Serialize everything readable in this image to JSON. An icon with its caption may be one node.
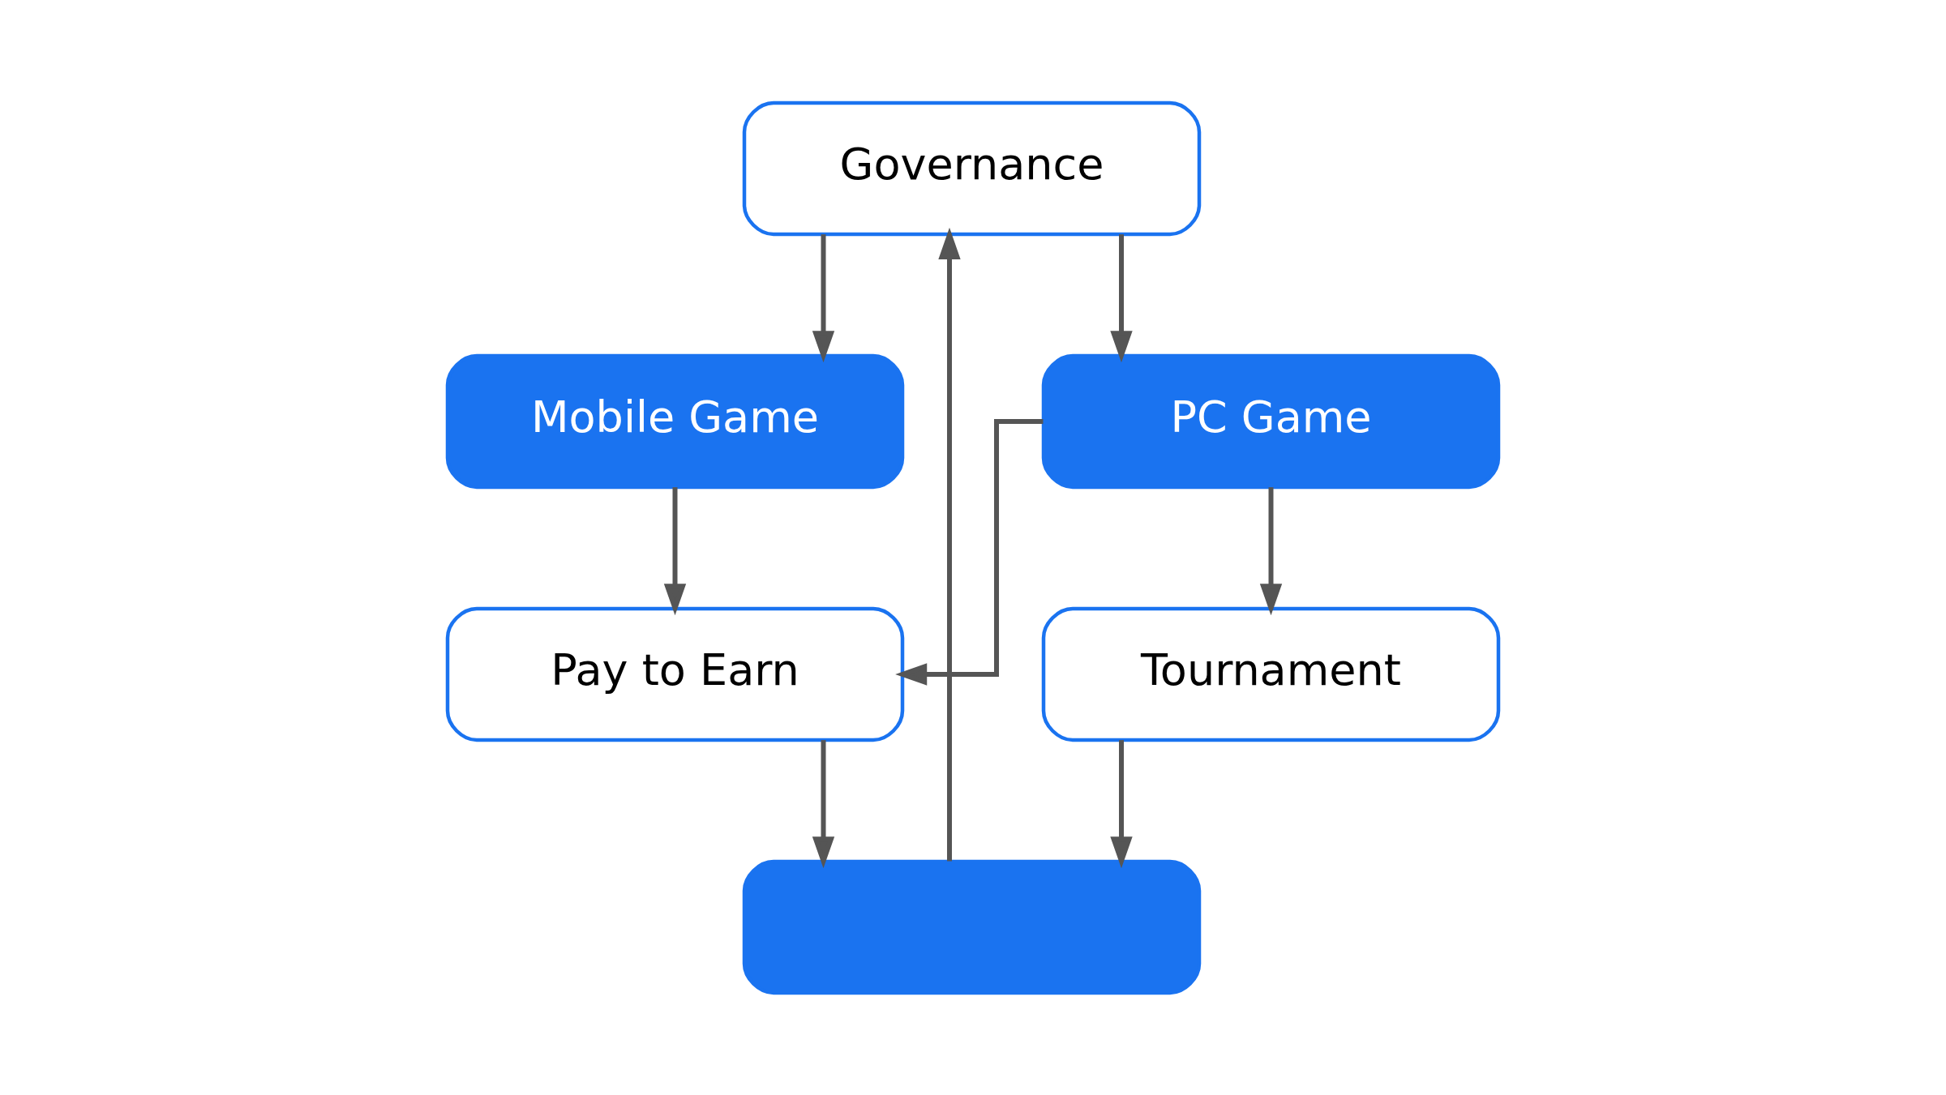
{
  "diagram": {
    "nodes": [
      {
        "text": [
          "Governance"
        ]
      },
      {
        "text": [
          "Mobile Game"
        ]
      },
      {
        "text": [
          "PC Game"
        ]
      },
      {
        "text": [
          "Pay to Earn"
        ]
      },
      {
        "text": [
          "Tournament"
        ]
      },
      {
        "text": [],
        "shape": "box"
      }
    ],
    "edges": [
      {
        "from": 0,
        "to": 1,
        "arrow": "to"
      },
      {
        "from": 0,
        "to": 2,
        "arrow": "to"
      },
      {
        "from": 1,
        "to": 3,
        "arrow": "to"
      },
      {
        "from": 2,
        "to": 3,
        "arrow": "to"
      },
      {
        "from": 2,
        "to": 4,
        "arrow": "to"
      },
      {
        "from": 3,
        "to": 5,
        "arrow": "to"
      },
      {
        "from": 4,
        "to": 5,
        "arrow": "to"
      },
      {
        "from": 5,
        "to": 0,
        "arrow": "to"
      }
    ]
  }
}
